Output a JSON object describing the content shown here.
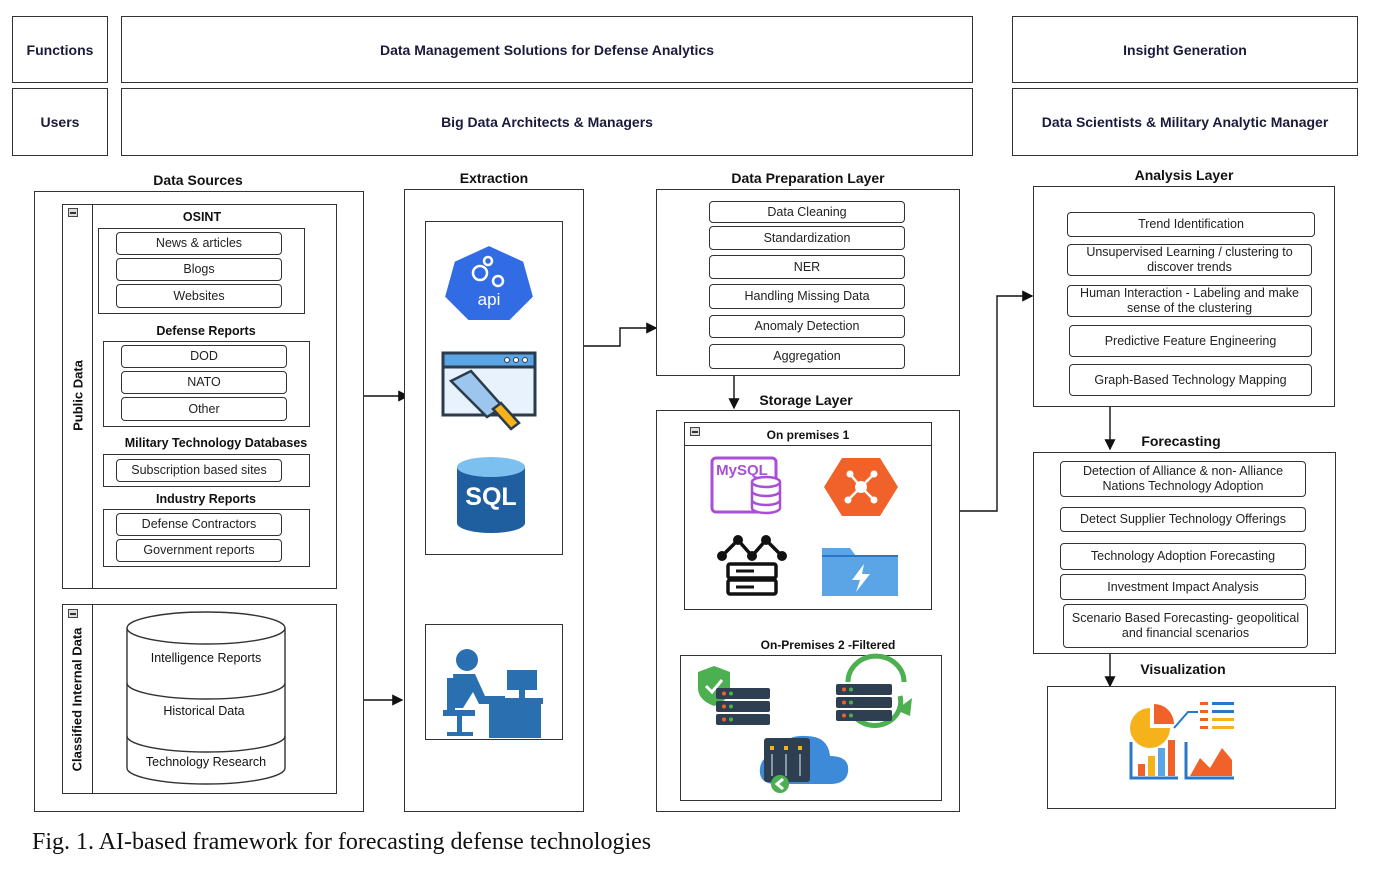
{
  "header": {
    "functions_label": "Functions",
    "users_label": "Users",
    "functions_main": "Data Management Solutions for Defense Analytics",
    "users_main": "Big Data Architects & Managers",
    "functions_right": "Insight Generation",
    "users_right": "Data Scientists & Military Analytic Manager"
  },
  "data_sources": {
    "title": "Data Sources",
    "public_label": "Public Data",
    "classified_label": "Classified Internal Data",
    "osint": {
      "title": "OSINT",
      "items": [
        "News & articles",
        "Blogs",
        "Websites"
      ]
    },
    "defense_reports": {
      "title": "Defense Reports",
      "items": [
        "DOD",
        "NATO",
        "Other"
      ]
    },
    "military_db": {
      "title": "Military Technology Databases",
      "items": [
        "Subscription based sites"
      ]
    },
    "industry_reports": {
      "title": "Industry Reports",
      "items": [
        "Defense Contractors",
        "Government reports"
      ]
    },
    "classified_items": [
      "Intelligence Reports",
      "Historical Data",
      "Technology Research"
    ]
  },
  "extraction": {
    "title": "Extraction",
    "icons": [
      "api-icon",
      "web-scraping-icon",
      "sql-database-icon",
      "manual-entry-worker-icon"
    ],
    "api_text": "api",
    "sql_text": "SQL"
  },
  "data_preparation": {
    "title": "Data Preparation Layer",
    "items": [
      "Data Cleaning",
      "Standardization",
      "NER",
      "Handling Missing Data",
      "Anomaly Detection",
      "Aggregation"
    ]
  },
  "storage": {
    "title": "Storage Layer",
    "on_prem_1": "On premises 1",
    "on_prem_2": "On-Premises 2 -Filtered",
    "mysql_text": "MySQL"
  },
  "analysis": {
    "title": "Analysis Layer",
    "items": [
      "Trend Identification",
      "Unsupervised Learning / clustering to discover trends",
      "Human Interaction - Labeling and make sense of the clustering",
      "Predictive Feature Engineering",
      "Graph-Based Technology Mapping"
    ]
  },
  "forecasting": {
    "title": "Forecasting",
    "items": [
      "Detection of Alliance & non- Alliance Nations Technology Adoption",
      "Detect Supplier Technology Offerings",
      "Technology Adoption Forecasting",
      "Investment Impact Analysis",
      "Scenario Based Forecasting- geopolitical and financial scenarios"
    ]
  },
  "visualization": {
    "title": "Visualization"
  },
  "caption": "Fig. 1. AI-based framework for forecasting defense technologies",
  "colors": {
    "api_blue": "#326ce5",
    "mysql_purple": "#a84fd6",
    "orange": "#f0622a",
    "folder_blue": "#5ba4e5",
    "worker_blue": "#2a6fb0",
    "dark_server": "#2e3f52",
    "green": "#4caf50"
  }
}
